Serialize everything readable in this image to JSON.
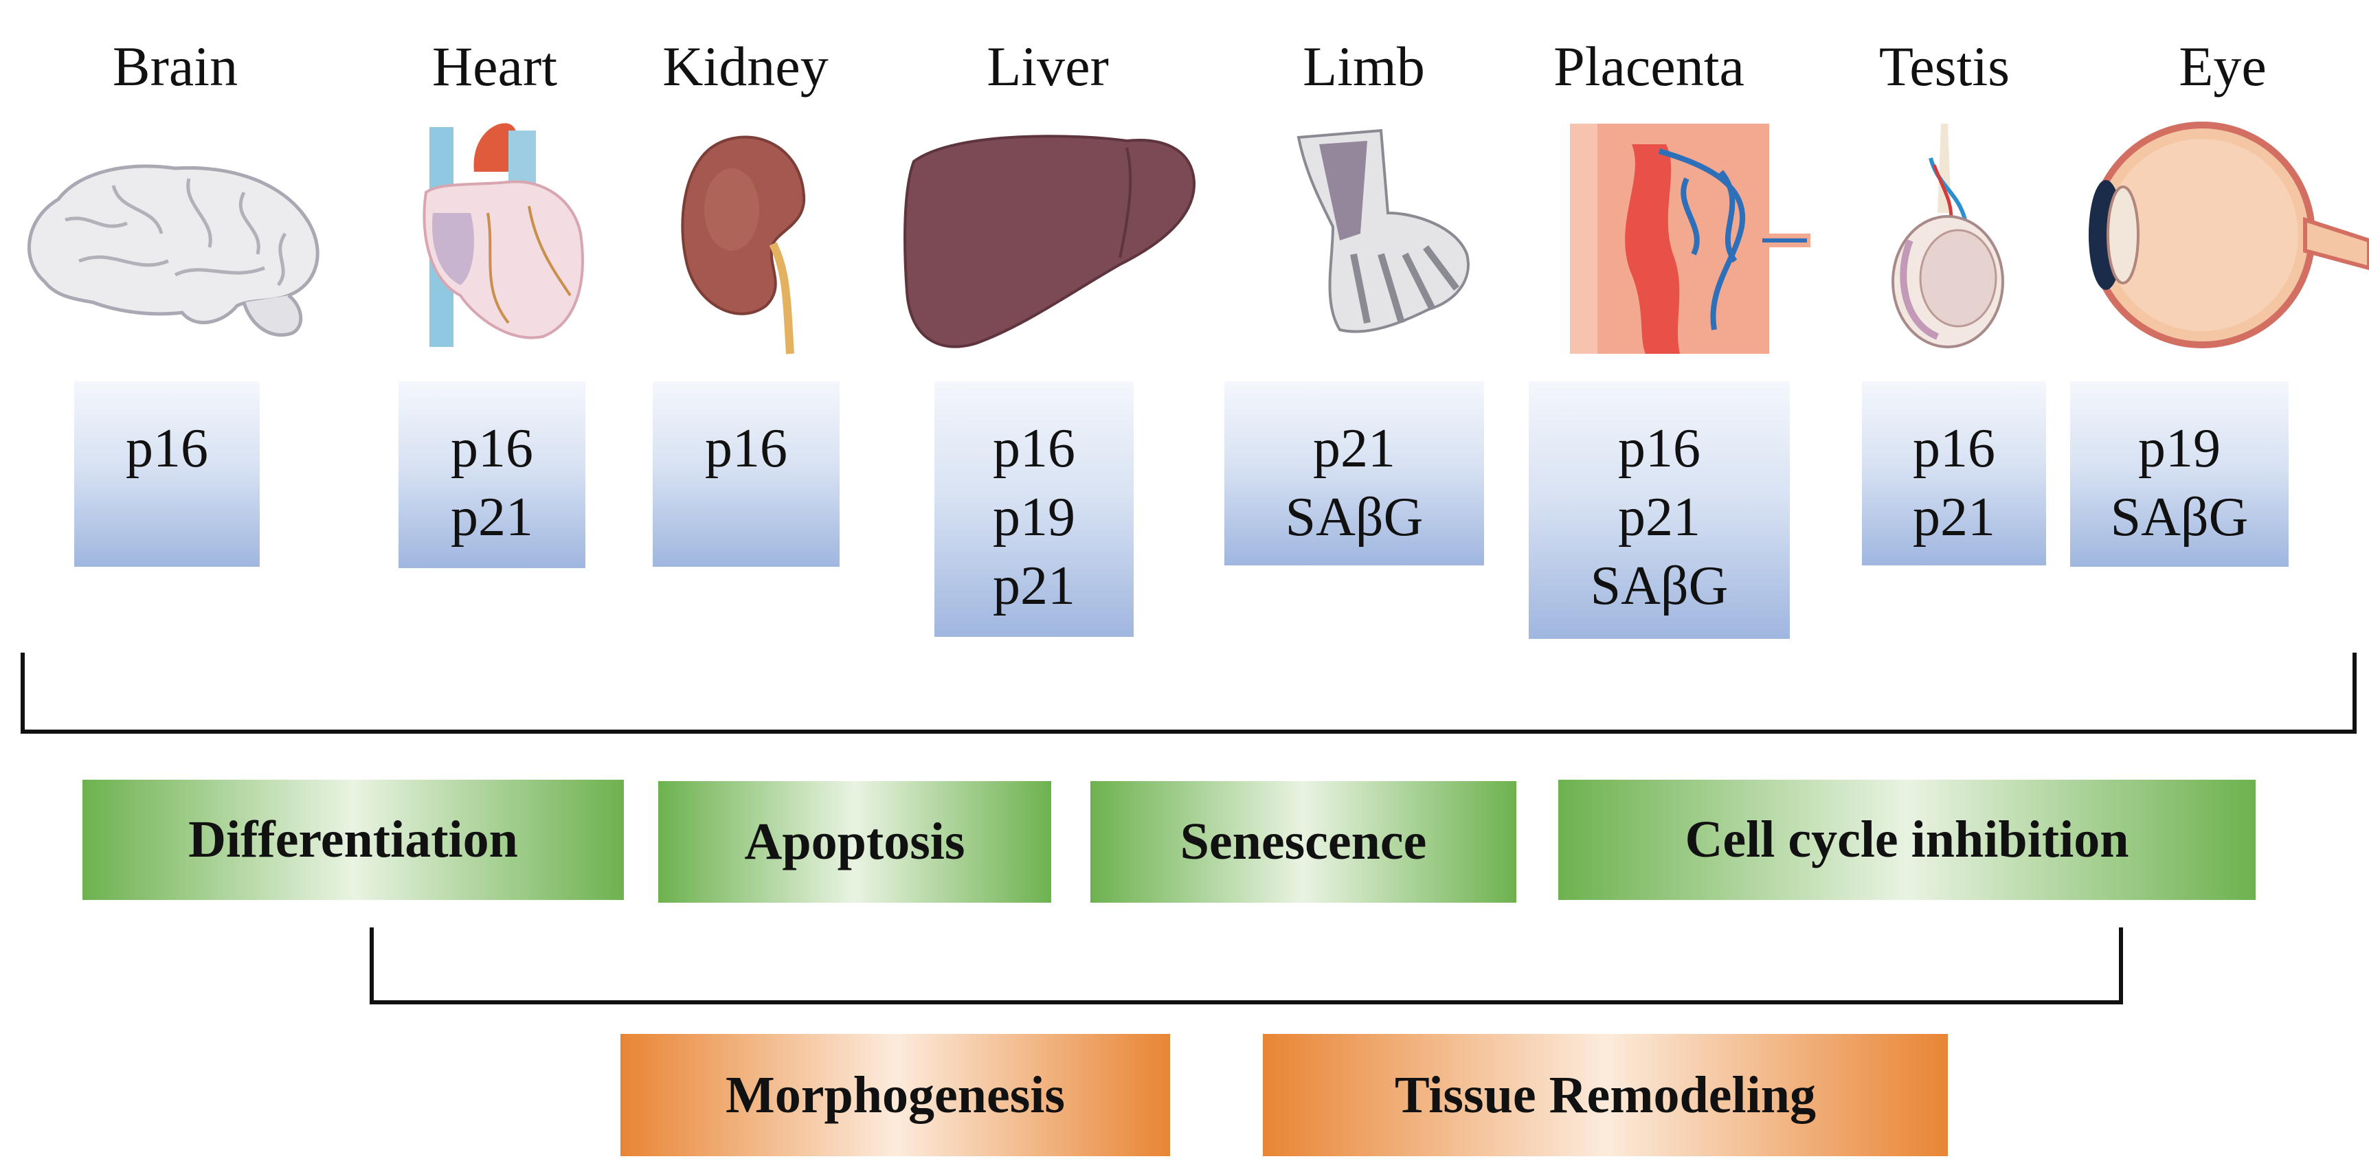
{
  "organs": [
    {
      "name": "Brain",
      "markers": [
        "p16"
      ]
    },
    {
      "name": "Heart",
      "markers": [
        "p16",
        "p21"
      ]
    },
    {
      "name": "Kidney",
      "markers": [
        "p16"
      ]
    },
    {
      "name": "Liver",
      "markers": [
        "p16",
        "p19",
        "p21"
      ]
    },
    {
      "name": "Limb",
      "markers": [
        "p21",
        "SAβG"
      ]
    },
    {
      "name": "Placenta",
      "markers": [
        "p16",
        "p21",
        "SAβG"
      ]
    },
    {
      "name": "Testis",
      "markers": [
        "p16",
        "p21"
      ]
    },
    {
      "name": "Eye",
      "markers": [
        "p19",
        "SAβG"
      ]
    }
  ],
  "processes": [
    "Differentiation",
    "Apoptosis",
    "Senescence",
    "Cell cycle inhibition"
  ],
  "outcomes": [
    "Morphogenesis",
    "Tissue Remodeling"
  ],
  "colors": {
    "marker_box": "#9fb6df",
    "process_green": "#6db24f",
    "outcome_orange": "#e88534"
  }
}
